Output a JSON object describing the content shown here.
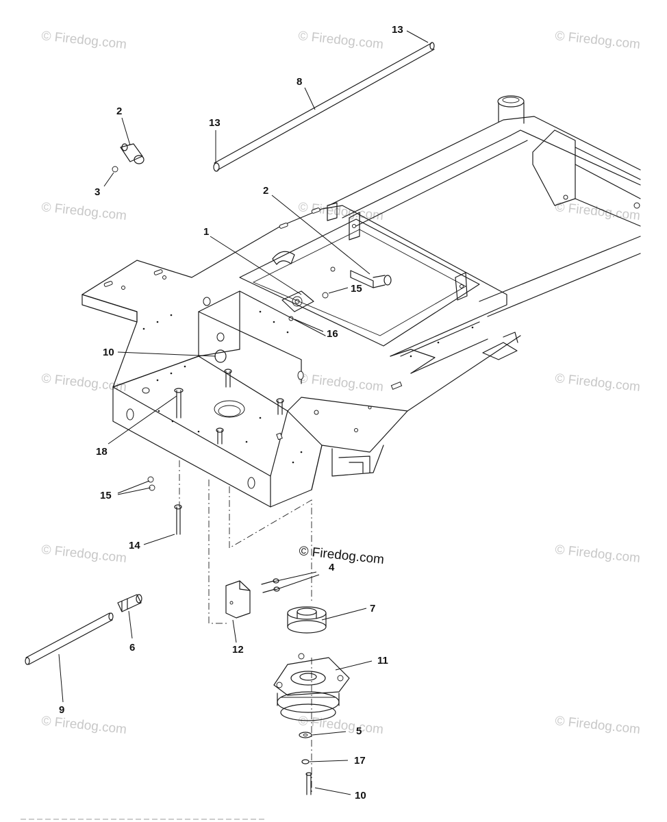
{
  "watermark": "© Firedog.com",
  "brand_mark": "© Firedog.com",
  "callouts": {
    "c1": "1",
    "c2a": "2",
    "c2b": "2",
    "c3": "3",
    "c4": "4",
    "c5": "5",
    "c6": "6",
    "c7": "7",
    "c8": "8",
    "c9": "9",
    "c10a": "10",
    "c10b": "10",
    "c11": "11",
    "c12": "12",
    "c13a": "13",
    "c13b": "13",
    "c14": "14",
    "c15a": "15",
    "c15b": "15",
    "c16": "16",
    "c17": "17",
    "c18": "18"
  }
}
